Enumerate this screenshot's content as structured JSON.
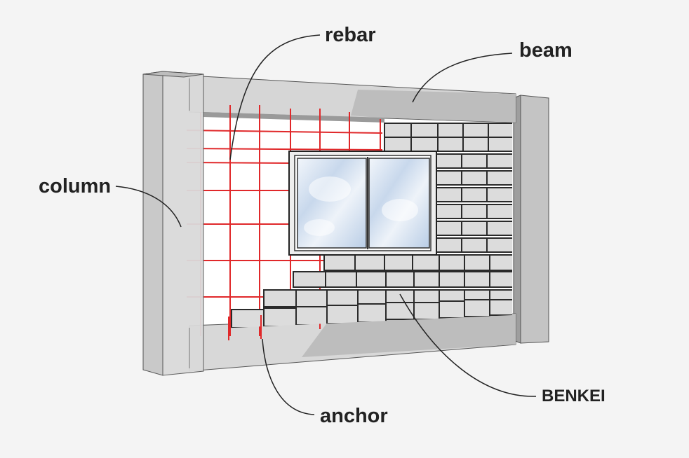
{
  "colors": {
    "background": "#f4f4f4",
    "rebar": "#e0282a",
    "block": "#dcdcdc",
    "block_outline": "#2a2a2a",
    "concrete": "#cfcfcf",
    "glass": "#dce8f4"
  },
  "labels": {
    "rebar": "rebar",
    "beam": "beam",
    "column": "column",
    "anchor": "anchor",
    "benkei": "BENKEI"
  }
}
